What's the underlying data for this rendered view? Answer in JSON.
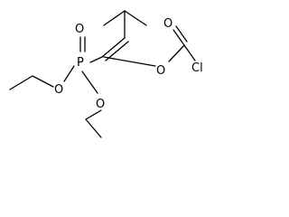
{
  "atom_labels": {
    "phosphorus": "P",
    "phosphoryl_oxygen": "O",
    "ethoxy_oxygen_left": "O",
    "ethoxy_oxygen_lower": "O",
    "enol_oxygen": "O",
    "carbonyl_oxygen": "O",
    "chlorine": "Cl"
  },
  "colors": {
    "line": "#000000",
    "background": "#ffffff"
  }
}
